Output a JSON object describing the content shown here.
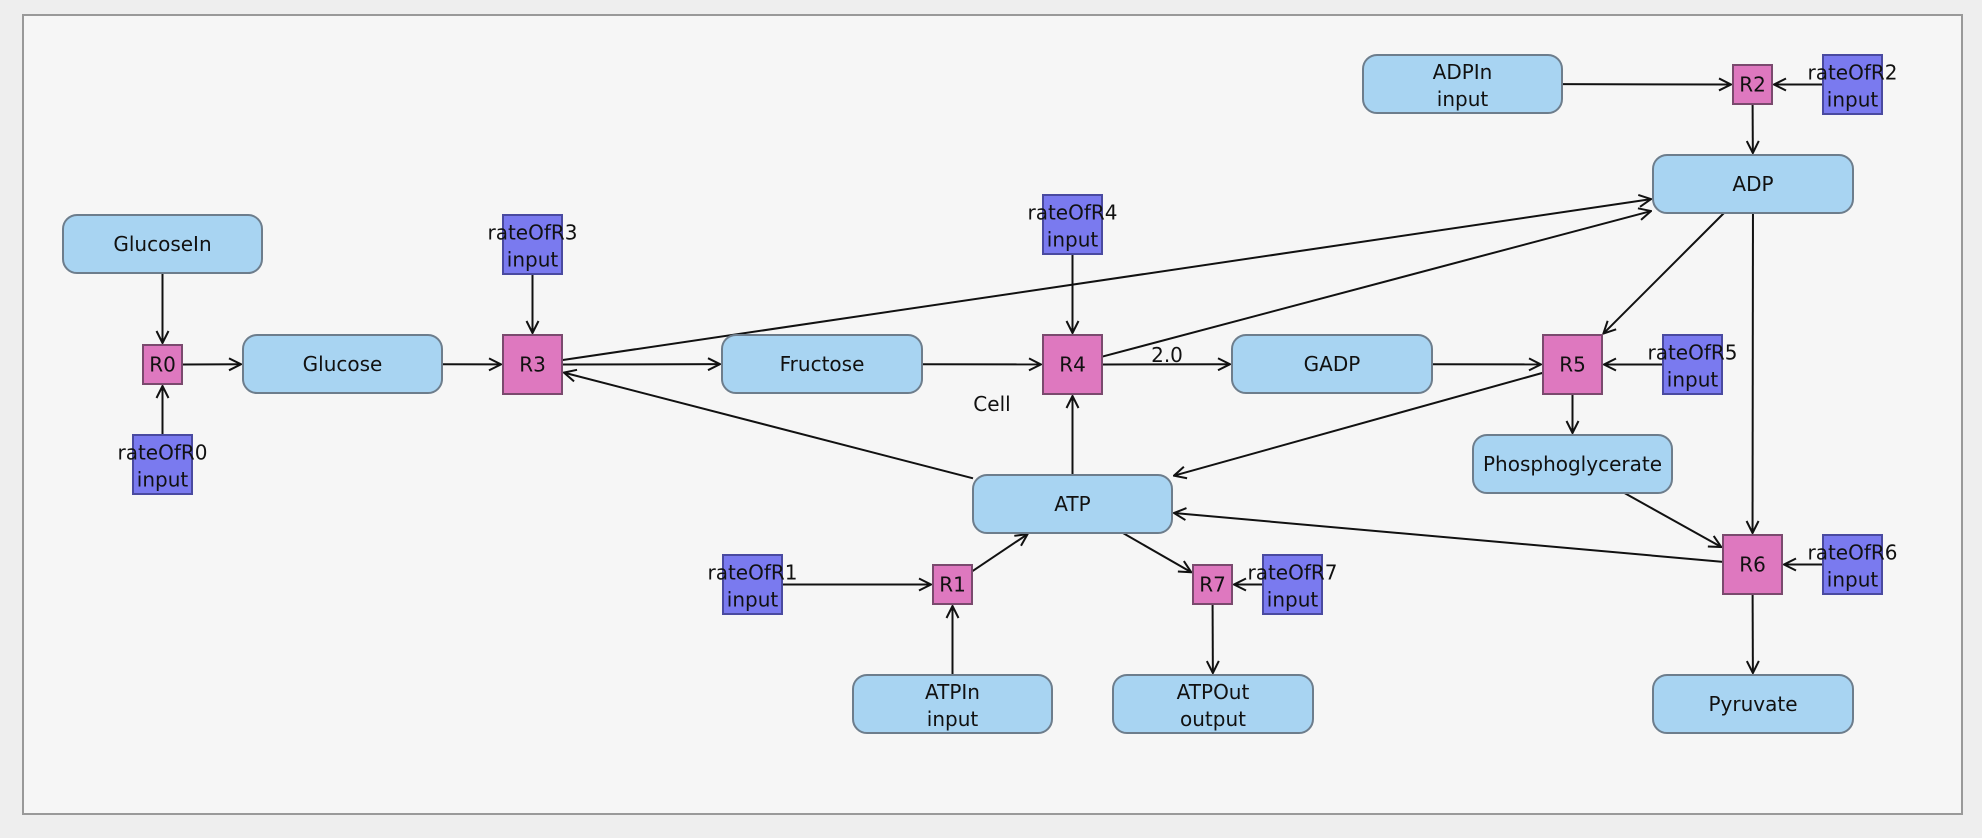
{
  "compartment": {
    "label": "Cell"
  },
  "colors": {
    "background": "#eeeeee",
    "compartment_fill": "#f6f6f6",
    "compartment_border": "#999999",
    "species_fill": "#a8d4f2",
    "species_border": "#6d7d8c",
    "reaction_fill": "#de78bf",
    "reaction_border": "#7a4a6e",
    "rate_fill": "#7a7aef",
    "rate_border": "#4a4aa0",
    "edge": "#111111"
  },
  "species": {
    "GlucoseIn": {
      "label": "GlucoseIn",
      "sub": ""
    },
    "Glucose": {
      "label": "Glucose",
      "sub": ""
    },
    "Fructose": {
      "label": "Fructose",
      "sub": ""
    },
    "GADP": {
      "label": "GADP",
      "sub": ""
    },
    "ADPIn": {
      "label": "ADPIn",
      "sub": "input"
    },
    "ADP": {
      "label": "ADP",
      "sub": ""
    },
    "Phosphoglycerate": {
      "label": "Phosphoglycerate",
      "sub": ""
    },
    "ATP": {
      "label": "ATP",
      "sub": ""
    },
    "ATPIn": {
      "label": "ATPIn",
      "sub": "input"
    },
    "ATPOut": {
      "label": "ATPOut",
      "sub": "output"
    },
    "Pyruvate": {
      "label": "Pyruvate",
      "sub": ""
    }
  },
  "reactions": {
    "R0": {
      "label": "R0"
    },
    "R1": {
      "label": "R1"
    },
    "R2": {
      "label": "R2"
    },
    "R3": {
      "label": "R3"
    },
    "R4": {
      "label": "R4"
    },
    "R5": {
      "label": "R5"
    },
    "R6": {
      "label": "R6"
    },
    "R7": {
      "label": "R7"
    }
  },
  "rates": {
    "rateOfR0": {
      "label": "rateOfR0",
      "sub": "input"
    },
    "rateOfR1": {
      "label": "rateOfR1",
      "sub": "input"
    },
    "rateOfR2": {
      "label": "rateOfR2",
      "sub": "input"
    },
    "rateOfR3": {
      "label": "rateOfR3",
      "sub": "input"
    },
    "rateOfR4": {
      "label": "rateOfR4",
      "sub": "input"
    },
    "rateOfR5": {
      "label": "rateOfR5",
      "sub": "input"
    },
    "rateOfR6": {
      "label": "rateOfR6",
      "sub": "input"
    },
    "rateOfR7": {
      "label": "rateOfR7",
      "sub": "input"
    }
  },
  "edges": [
    {
      "from": "GlucoseIn",
      "to": "R0"
    },
    {
      "from": "rateOfR0",
      "to": "R0"
    },
    {
      "from": "R0",
      "to": "Glucose"
    },
    {
      "from": "Glucose",
      "to": "R3"
    },
    {
      "from": "rateOfR3",
      "to": "R3"
    },
    {
      "from": "R3",
      "to": "Fructose"
    },
    {
      "from": "R3",
      "to": "ADP"
    },
    {
      "from": "ATP",
      "to": "R3"
    },
    {
      "from": "Fructose",
      "to": "R4"
    },
    {
      "from": "rateOfR4",
      "to": "R4"
    },
    {
      "from": "ATP",
      "to": "R4"
    },
    {
      "from": "R4",
      "to": "GADP",
      "label": "2.0"
    },
    {
      "from": "R4",
      "to": "ADP"
    },
    {
      "from": "GADP",
      "to": "R5"
    },
    {
      "from": "rateOfR5",
      "to": "R5"
    },
    {
      "from": "ADP",
      "to": "R5"
    },
    {
      "from": "R5",
      "to": "Phosphoglycerate"
    },
    {
      "from": "R5",
      "to": "ATP"
    },
    {
      "from": "ADPIn",
      "to": "R2"
    },
    {
      "from": "rateOfR2",
      "to": "R2"
    },
    {
      "from": "R2",
      "to": "ADP"
    },
    {
      "from": "ADP",
      "to": "R6"
    },
    {
      "from": "Phosphoglycerate",
      "to": "R6"
    },
    {
      "from": "rateOfR6",
      "to": "R6"
    },
    {
      "from": "R6",
      "to": "ATP"
    },
    {
      "from": "R6",
      "to": "Pyruvate"
    },
    {
      "from": "rateOfR1",
      "to": "R1"
    },
    {
      "from": "ATPIn",
      "to": "R1"
    },
    {
      "from": "R1",
      "to": "ATP"
    },
    {
      "from": "ATP",
      "to": "R7"
    },
    {
      "from": "rateOfR7",
      "to": "R7"
    },
    {
      "from": "R7",
      "to": "ATPOut"
    }
  ]
}
